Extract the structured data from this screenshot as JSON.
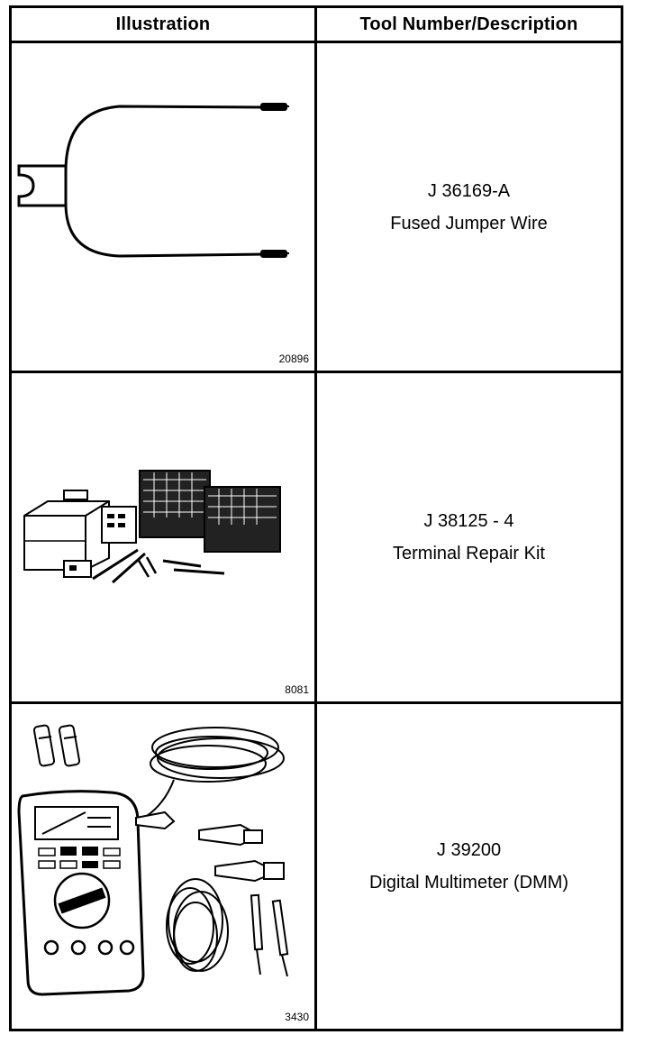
{
  "header": {
    "illustration": "Illustration",
    "tool": "Tool Number/Description"
  },
  "rows": [
    {
      "figure_number": "20896",
      "tool_number": "J 36169-A",
      "description": "Fused Jumper Wire",
      "icon": "fused-jumper-wire-icon"
    },
    {
      "figure_number": "8081",
      "tool_number": "J 38125 - 4",
      "description": "Terminal Repair Kit",
      "icon": "terminal-repair-kit-icon"
    },
    {
      "figure_number": "3430",
      "tool_number": "J 39200",
      "description": "Digital Multimeter (DMM)",
      "icon": "digital-multimeter-icon"
    }
  ]
}
